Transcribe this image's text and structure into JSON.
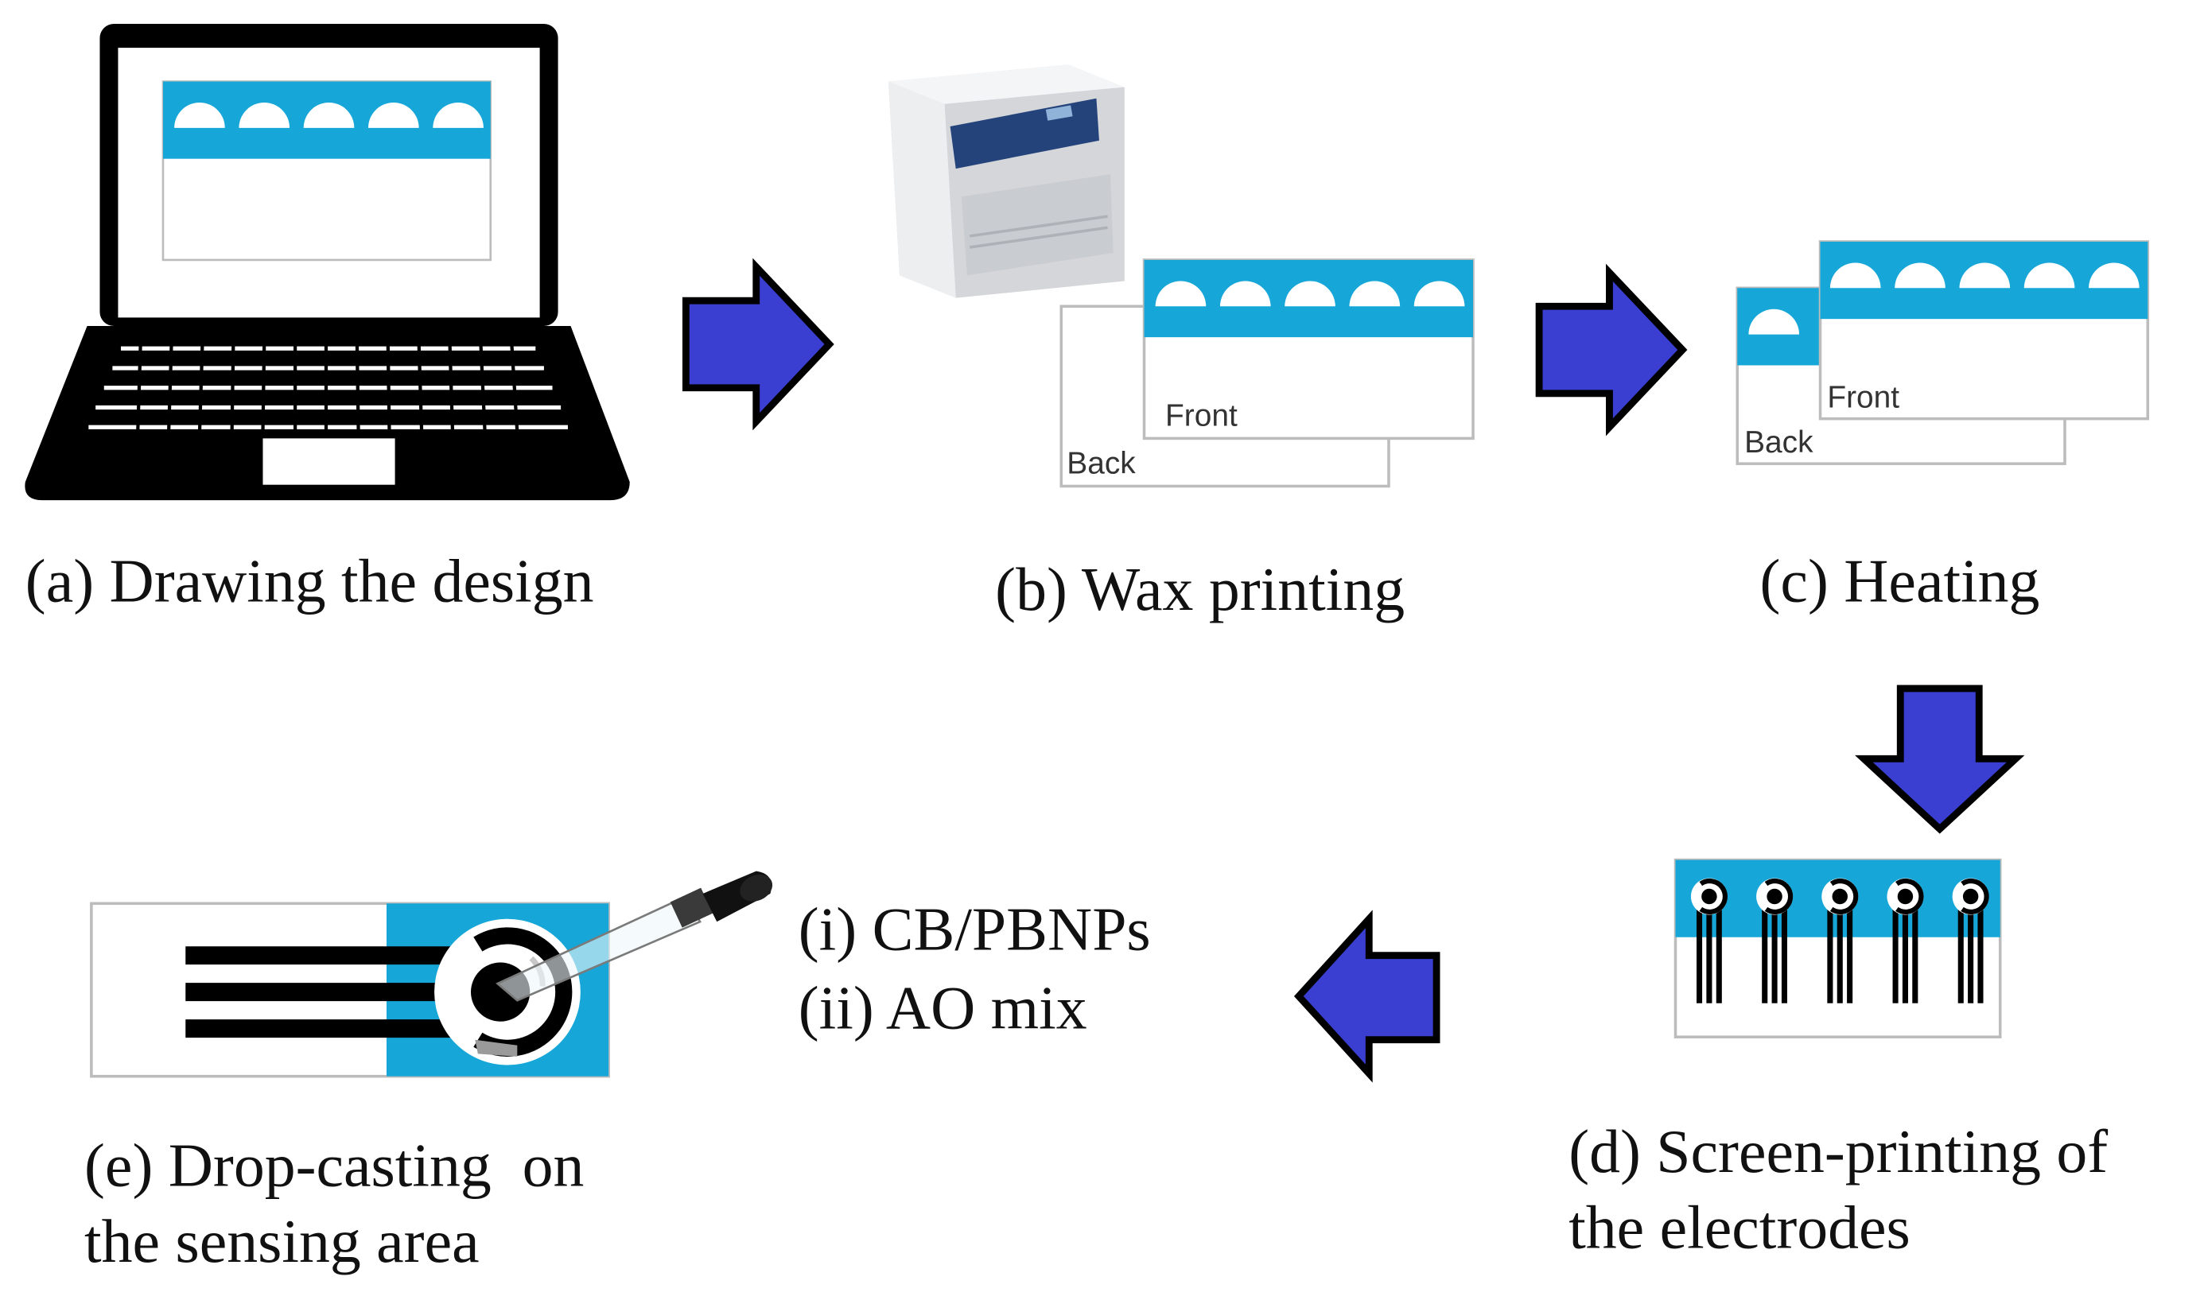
{
  "colors": {
    "accent_cyan": "#16a7d8",
    "arrow_blue": "#3a3fd2",
    "black": "#000000",
    "frame_gray": "#bcbcbc"
  },
  "steps": {
    "a": {
      "caption": "(a) Drawing the design",
      "icon": "laptop-icon"
    },
    "b": {
      "caption": "(b) Wax printing",
      "icon": "printer-icon",
      "front_label": "Front",
      "back_label": "Back"
    },
    "c": {
      "caption": "(c) Heating",
      "front_label": "Front",
      "back_label": "Back"
    },
    "d": {
      "caption_line1": "(d) Screen-printing of",
      "caption_line2": "the electrodes",
      "electrode_count": 5
    },
    "e": {
      "caption_line1": "(e) Drop-casting  on",
      "caption_line2": "the sensing area",
      "icon": "dropper-icon"
    }
  },
  "reagents": {
    "line1": "(i) CB/PBNPs",
    "line2": "(ii) AO mix"
  }
}
